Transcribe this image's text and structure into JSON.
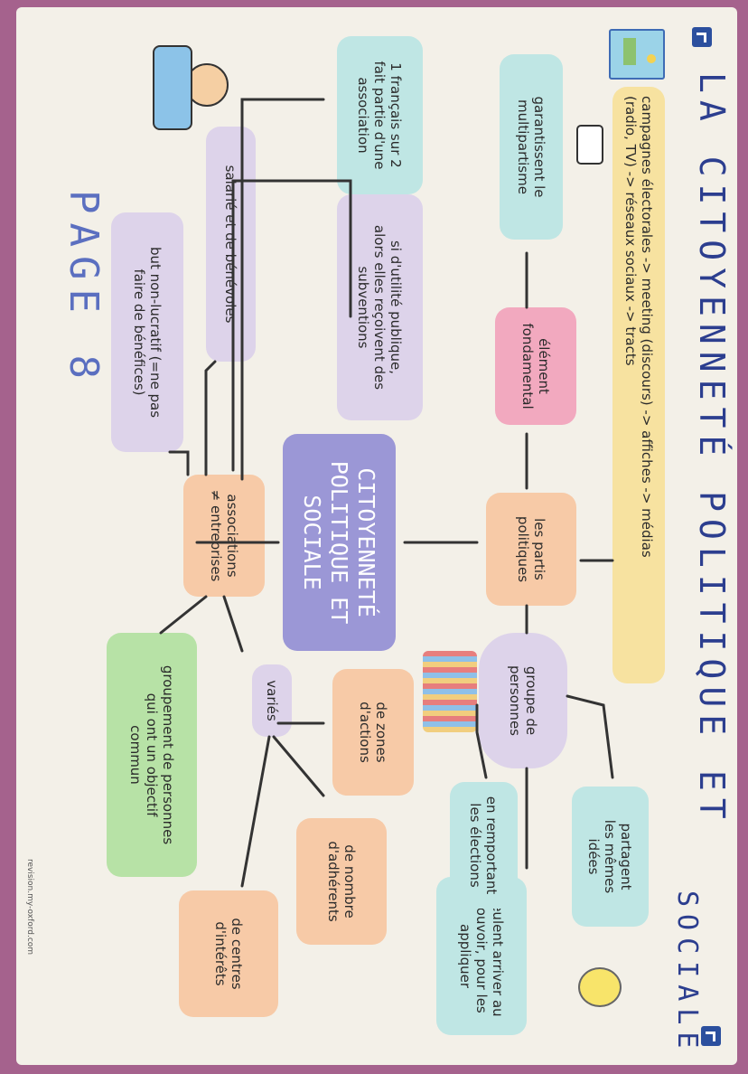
{
  "title": {
    "line1": "LA CITOYENNETÉ POLITIQUE ET",
    "line2": "SOCIALE"
  },
  "page_label": "PAGE 8",
  "footer": "revision.my-oxford.com",
  "center": "CITOYENNETÉ\nPOLITIQUE ET\nSOCIALE",
  "campaign": "campagnes électorales -> meeting (discours) -> affiches -> médias\n(radio, TV) -> réseaux sociaux -> tracts",
  "nodes": {
    "partis": "les partis\npolitiques",
    "element": "élément\nfondamental",
    "multipartisme": "garantissent le\nmultipartisme",
    "groupe": "groupe de\npersonnes",
    "partagent": "partagent\nles mêmes\nidées",
    "pouvoir": "veulent arriver au\npouvoir, pour les\nappliquer",
    "elections": "en remportant\nles élections",
    "francais": "1 français sur 2\nfait partie d'une\nassociation",
    "subventions": "si d'utilité publique,\nalors elles reçoivent des\nsubventions",
    "associations": "associations\n≠ entreprises",
    "salarie": "salarié et de bénévoles",
    "lucratif": "but non-lucratif (=ne pas\nfaire de bénéfices)",
    "groupement": "groupement de personnes\nqui ont un objectif\ncommun",
    "varies": "variés",
    "zones": "de zones\nd'actions",
    "nombre": "de nombre\nd'adhérents",
    "centres": "de centres\nd'intérêts"
  },
  "icons": {
    "poster": "poster-icon",
    "radio": "radio-icon",
    "bulb": "lightbulb-icon",
    "crowd": "crowd-icon",
    "volunteer": "volunteer-icon"
  },
  "colors": {
    "title": "#2c3e8f",
    "center": "#9b97d6",
    "pink": "#f2a9bf",
    "orange": "#f7caa7",
    "teal": "#bfe6e4",
    "purple": "#ddd3ea",
    "green": "#b7e2a6",
    "yellow": "#f7e2a0"
  }
}
